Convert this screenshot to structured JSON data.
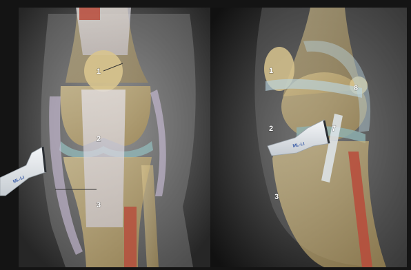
{
  "colors": {
    "background": "#141414",
    "xray_dark": "#1c1c1c",
    "xray_light": "#8a8a8a",
    "bone": "#c9b684",
    "ligament": "#d8d4dc",
    "meniscus": "#8fb3b3",
    "muscle_red": "#b84b3b",
    "probe": "#e8ebee"
  },
  "panels": [
    {
      "view": "anterior",
      "labels": [
        "1",
        "2",
        "3"
      ],
      "probe_text": "ML-LI"
    },
    {
      "view": "lateral",
      "labels": [
        "1",
        "2",
        "3",
        "7",
        "8"
      ],
      "probe_text": "ML-LI"
    }
  ]
}
